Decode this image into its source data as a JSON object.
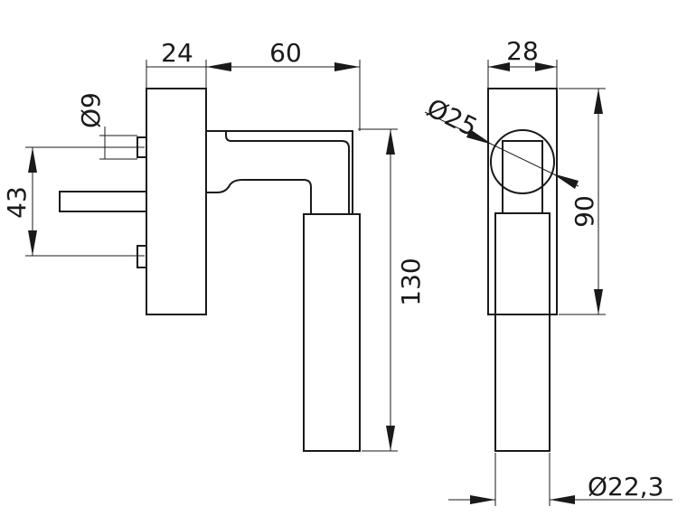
{
  "dimensions": {
    "base_width": "24",
    "lever_length": "60",
    "rose_width": "28",
    "screw_dia": "Ø9",
    "spindle_dia": "Ø25",
    "fixing_spacing": "43",
    "lever_height": "130",
    "rose_height": "90",
    "grip_dia": "Ø22,3"
  },
  "colors": {
    "line": "#1a1a1a",
    "background": "#ffffff"
  }
}
